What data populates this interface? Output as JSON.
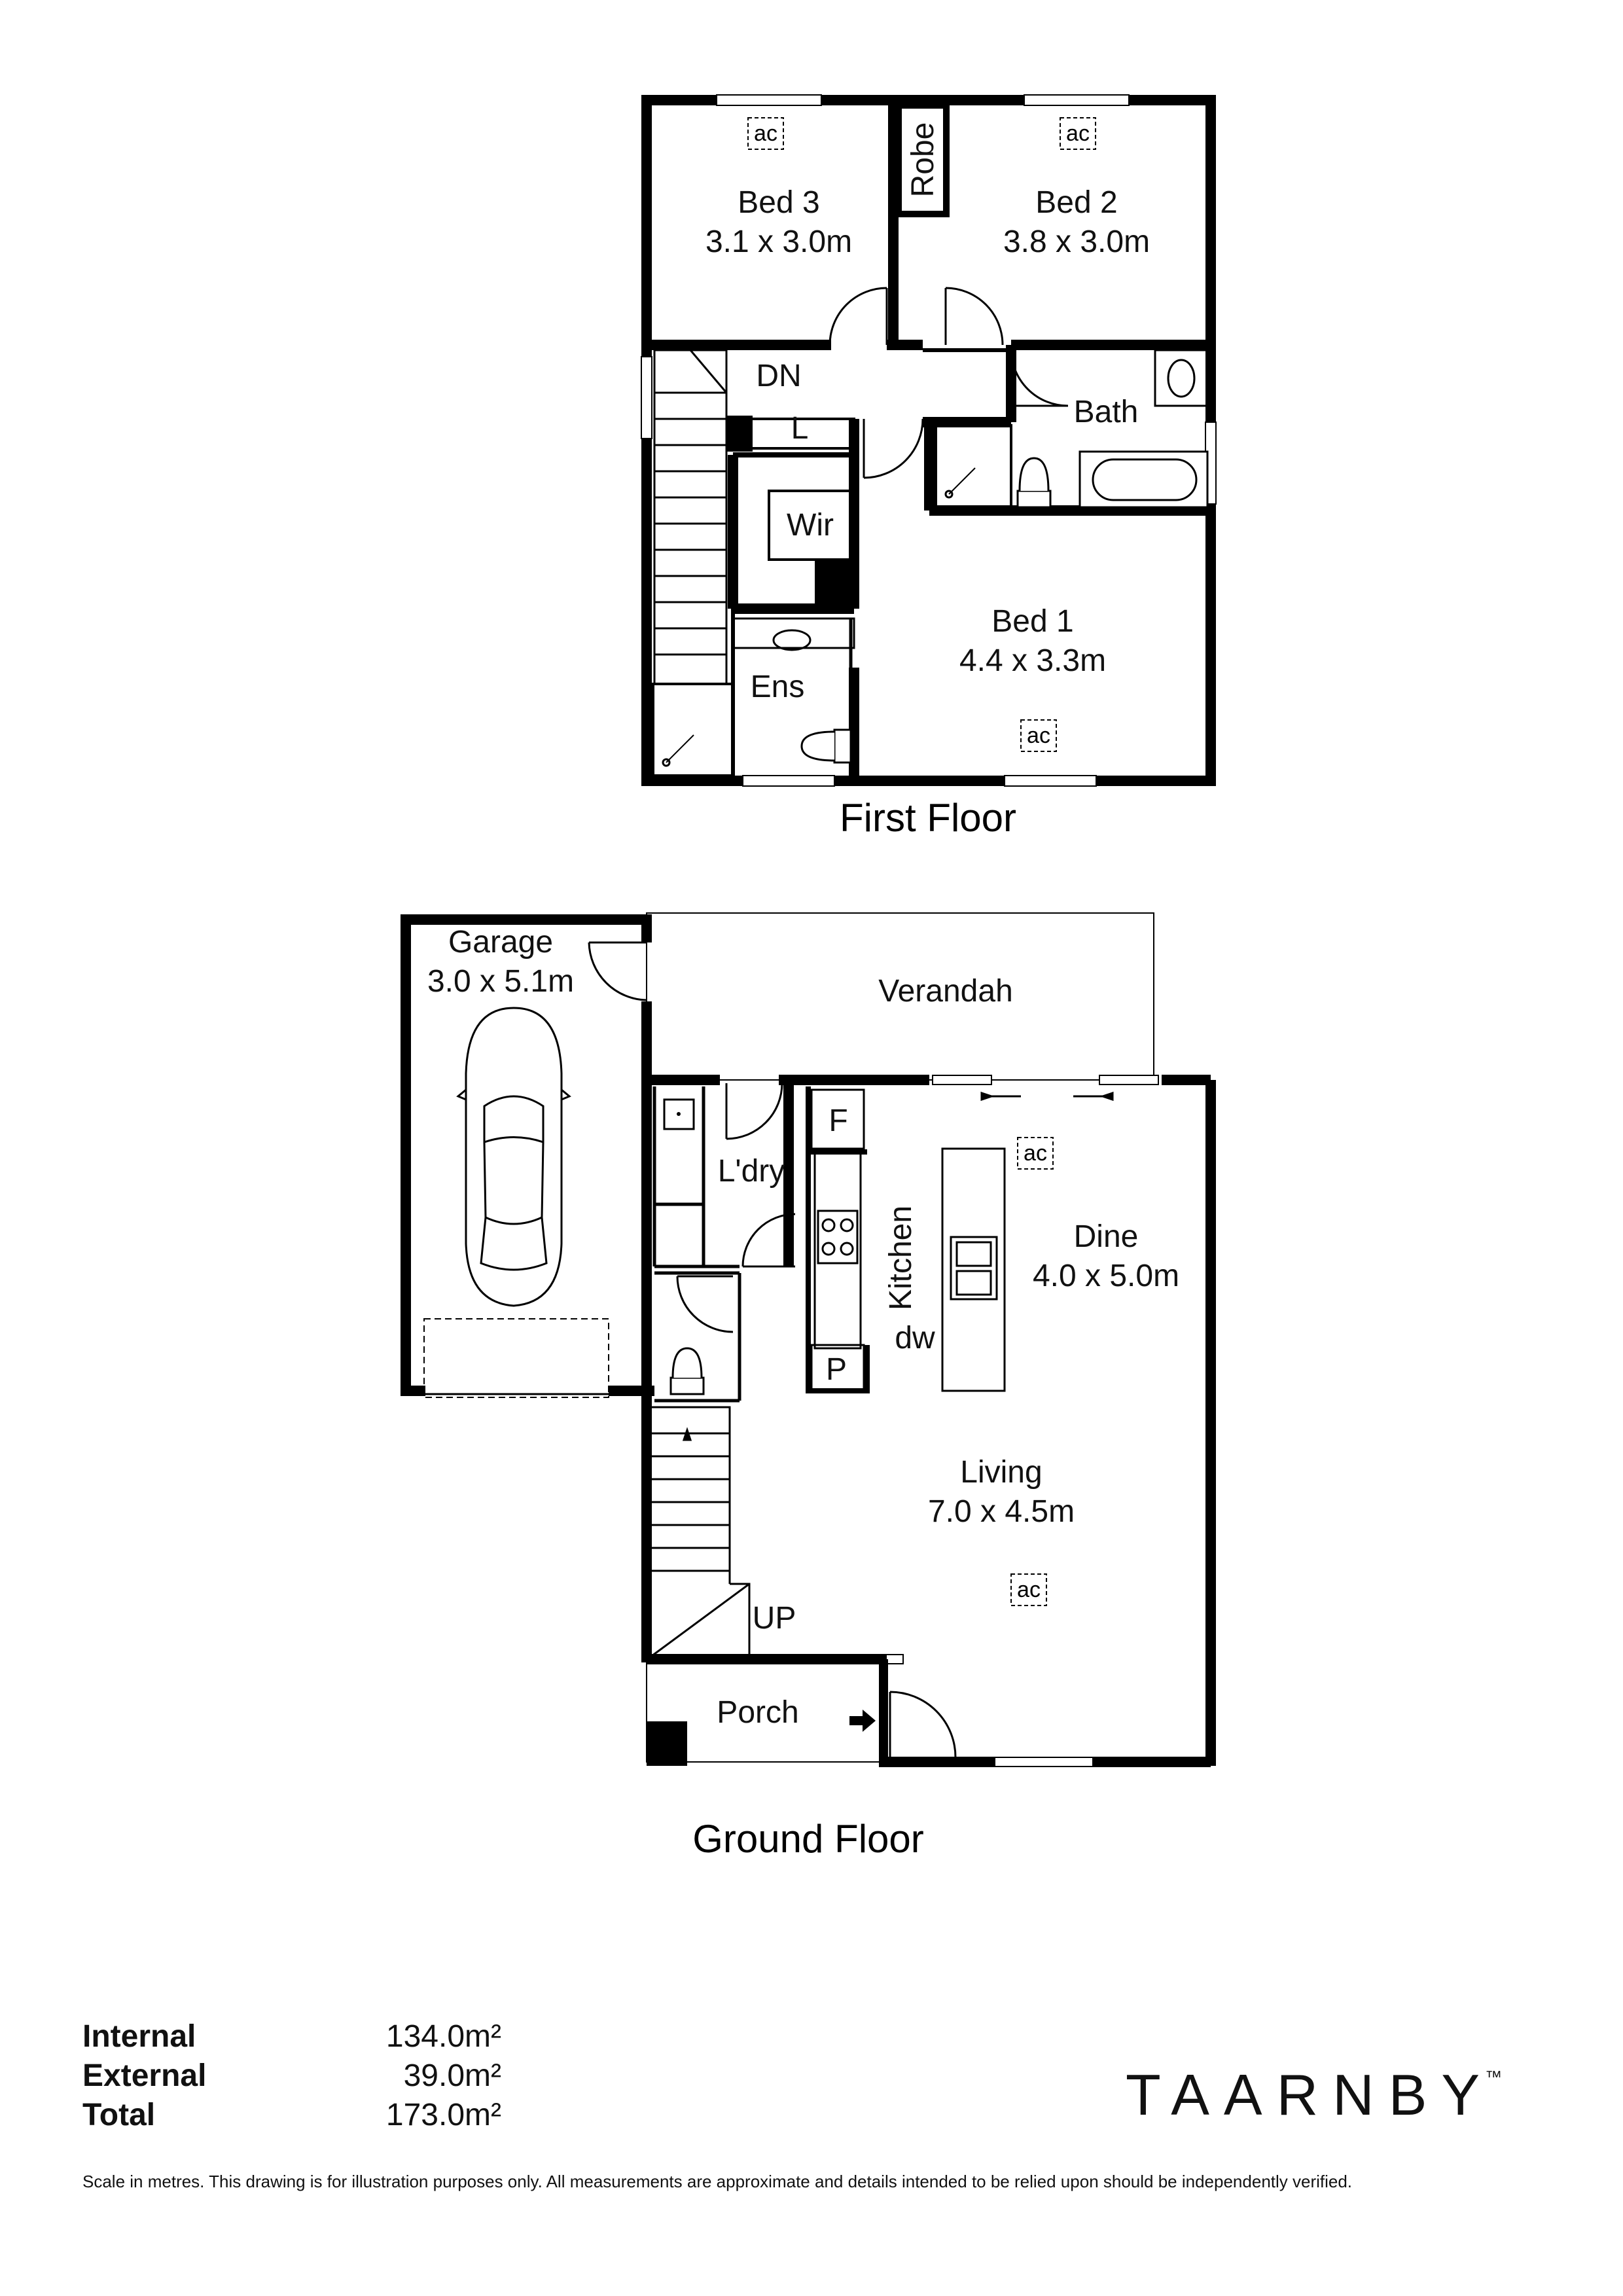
{
  "first_floor": {
    "title": "First Floor",
    "rooms": {
      "bed3": {
        "name": "Bed 3",
        "size": "3.1 x 3.0m"
      },
      "bed2": {
        "name": "Bed 2",
        "size": "3.8 x 3.0m"
      },
      "bed1": {
        "name": "Bed 1",
        "size": "4.4 x 3.3m"
      },
      "robe": "Robe",
      "bath": "Bath",
      "dn": "DN",
      "linen": "L",
      "wir": "Wir",
      "ens": "Ens"
    }
  },
  "ground_floor": {
    "title": "Ground Floor",
    "rooms": {
      "garage": {
        "name": "Garage",
        "size": "3.0 x 5.1m"
      },
      "verandah": "Verandah",
      "laundry": "L'dry",
      "kitchen": "Kitchen",
      "fridge": "F",
      "pantry": "P",
      "dishwasher": "dw",
      "dine": {
        "name": "Dine",
        "size": "4.0 x 5.0m"
      },
      "living": {
        "name": "Living",
        "size": "7.0 x 4.5m"
      },
      "up": "UP",
      "porch": "Porch"
    }
  },
  "ac_label": "ac",
  "areas": [
    {
      "label": "Internal",
      "value": "134.0m²"
    },
    {
      "label": "External",
      "value": "39.0m²"
    },
    {
      "label": "Total",
      "value": "173.0m²"
    }
  ],
  "brand": {
    "name": "TAARNBY",
    "mark": "™"
  },
  "disclaimer": "Scale in metres. This drawing is for illustration purposes only. All measurements are approximate and details intended to be relied upon should be independently verified."
}
